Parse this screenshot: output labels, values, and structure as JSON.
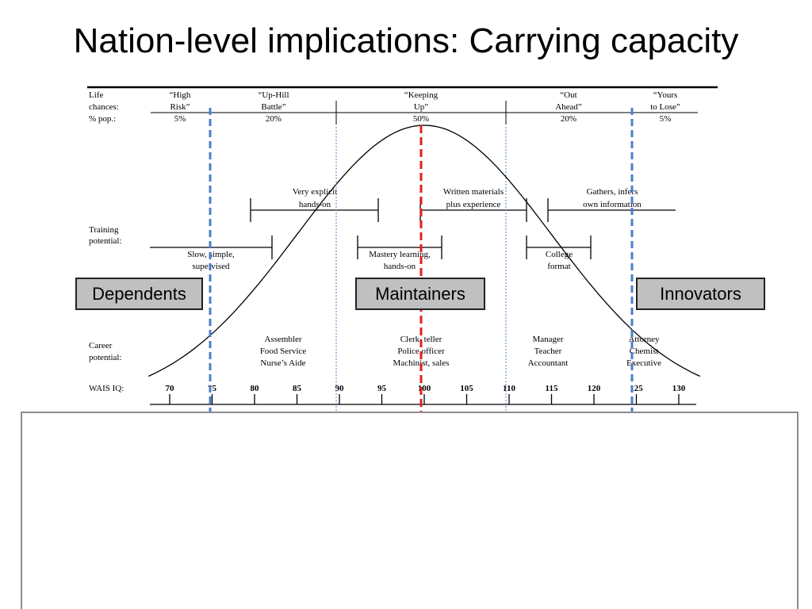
{
  "slide": {
    "title": "Nation-level implications: Carrying capacity"
  },
  "figure": {
    "row_labels": {
      "life_chances": "Life",
      "life_chances_2": "chances:",
      "pct_pop": "% pop.:",
      "training_1": "Training",
      "training_2": "potential:",
      "career_1": "Career",
      "career_2": "potential:",
      "iq": "WAIS IQ:"
    },
    "life_chances": [
      {
        "line1": "“High",
        "line2": "Risk”",
        "pct": "5%"
      },
      {
        "line1": "“Up-Hill",
        "line2": "Battle”",
        "pct": "20%"
      },
      {
        "line1": "“Keeping",
        "line2": "Up”",
        "pct": "50%"
      },
      {
        "line1": "“Out",
        "line2": "Ahead”",
        "pct": "20%"
      },
      {
        "line1": "“Yours",
        "line2": "to Lose”",
        "pct": "5%"
      }
    ],
    "training_upper": [
      {
        "line1": "Very explicit",
        "line2": "hands-on"
      },
      {
        "line1": "Written materials",
        "line2": "plus experience"
      },
      {
        "line1": "Gathers, infers",
        "line2": "own information"
      }
    ],
    "training_lower": [
      {
        "line1": "Slow, simple,",
        "line2": "supervised"
      },
      {
        "line1": "Mastery learning,",
        "line2": "hands-on"
      },
      {
        "line1": "College",
        "line2": "format"
      }
    ],
    "careers": [
      {
        "l1": "Assembler",
        "l2": "Food Service",
        "l3": "Nurse’s Aide"
      },
      {
        "l1": "Clerk, teller",
        "l2": "Police officer",
        "l3": "Machinist, sales"
      },
      {
        "l1": "Manager",
        "l2": "Teacher",
        "l3": "Accountant"
      },
      {
        "l1": "Attorney",
        "l2": "Chemist",
        "l3": "Executive"
      }
    ],
    "iq_ticks": [
      "70",
      "75",
      "80",
      "85",
      "90",
      "95",
      "100",
      "105",
      "110",
      "115",
      "120",
      "125",
      "130"
    ],
    "colors": {
      "blue_dashed": "#4a7fc6",
      "red_dashed": "#e02020",
      "callout_fill": "#c0c0c0"
    }
  },
  "callouts": {
    "dependents": "Dependents",
    "maintainers": "Maintainers",
    "innovators": "Innovators"
  }
}
